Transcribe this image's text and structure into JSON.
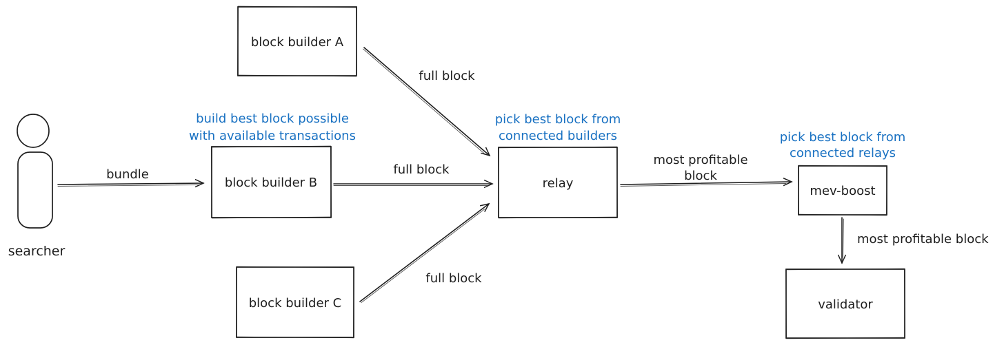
{
  "diagram": {
    "title_hint": "mev-boost block flow diagram",
    "colors": {
      "stroke": "#1e1e1e",
      "note_blue": "#1971c2",
      "background": "#ffffff"
    },
    "nodes": {
      "searcher": "searcher",
      "builder_a": "block builder A",
      "builder_b": "block builder B",
      "builder_c": "block builder C",
      "relay": "relay",
      "mev_boost": "mev-boost",
      "validator": "validator"
    },
    "notes": {
      "builders": {
        "line1": "build best block possible",
        "line2": "with available transactions"
      },
      "relay": {
        "line1": "pick best block from",
        "line2": "connected builders"
      },
      "mev_boost": {
        "line1": "pick best block from",
        "line2": "connected relays"
      }
    },
    "edges": {
      "bundle": "bundle",
      "full_block_a": "full block",
      "full_block_b": "full block",
      "full_block_c": "full block",
      "most_profitable": {
        "line1": "most profitable",
        "line2": "block"
      },
      "most_profitable_block": "most profitable block"
    }
  }
}
